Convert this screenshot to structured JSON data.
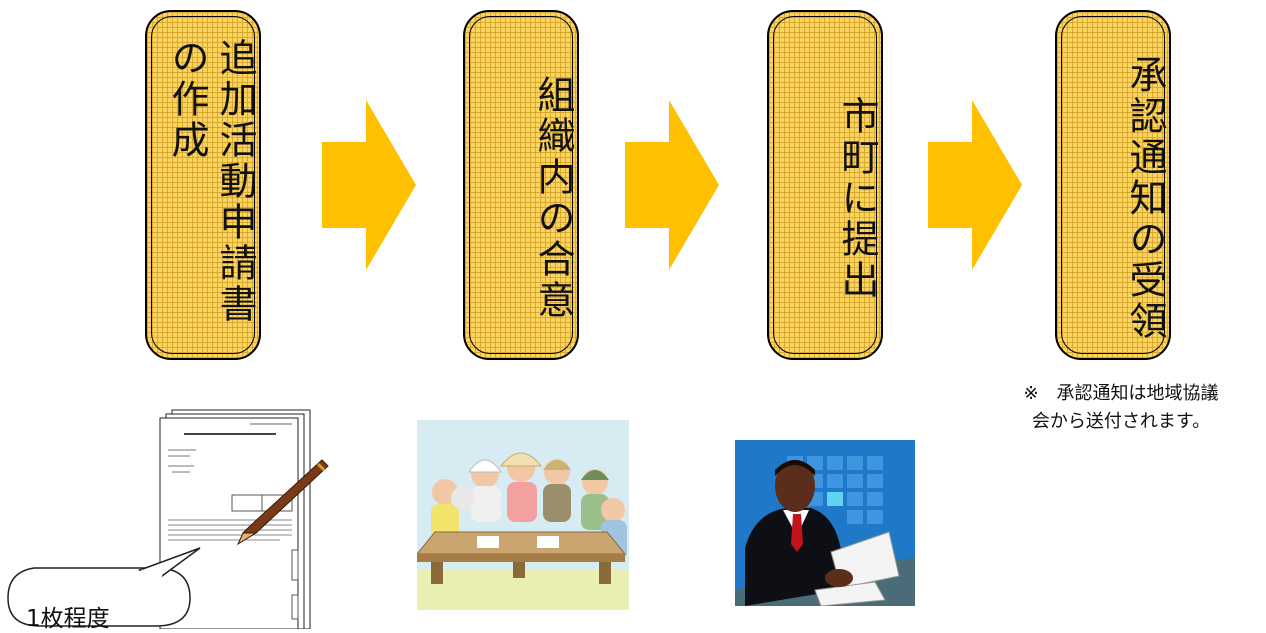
{
  "steps": [
    {
      "label": "追加活動申請書の作成"
    },
    {
      "label": "組織内の合意"
    },
    {
      "label": "市町に提出"
    },
    {
      "label": "承認通知の受領"
    }
  ],
  "note": {
    "line1": "※　承認通知は地域協議",
    "line2": "会から送付されます。"
  },
  "callout": {
    "label": "1枚程度"
  },
  "illustrations": [
    "application-document-with-pen",
    "group-meeting-at-table",
    "businessman-reading-paper"
  ],
  "colors": {
    "step_fill": "#fbd35f",
    "arrow": "#ffc000"
  }
}
